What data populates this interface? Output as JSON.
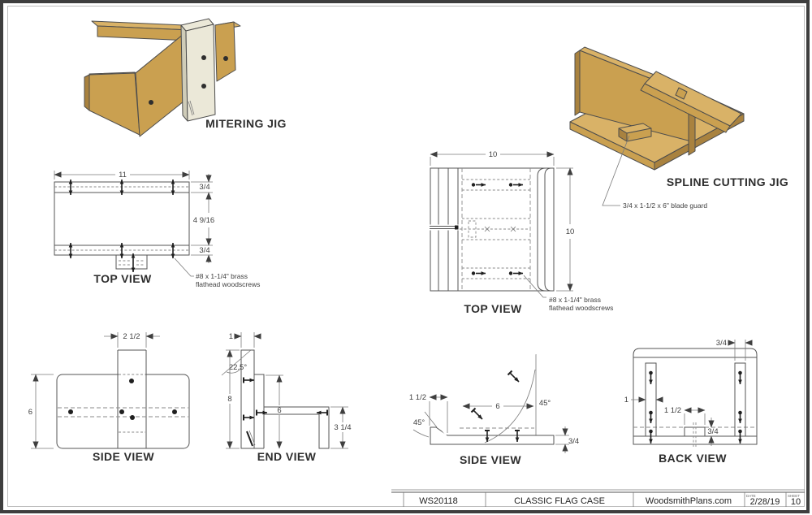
{
  "colors": {
    "wood_light": "#d9b267",
    "wood_mid": "#caa050",
    "wood_dark": "#a9823f",
    "cream_light": "#ebe8d8",
    "cream_dark": "#cfccb8",
    "dim_text": "#3f3f3f"
  },
  "iso": {
    "mitering_label": "MITERING JIG",
    "spline_label": "SPLINE CUTTING JIG",
    "blade_guard_note": "3/4 x 1-1/2 x 6\" blade guard"
  },
  "notes": {
    "screws_line1": "#8 x 1-1/4\" brass",
    "screws_line2": "flathead woodscrews"
  },
  "views": {
    "top_left": {
      "label": "TOP VIEW",
      "dim_width": "11",
      "dim_top": "3/4",
      "dim_mid": "4 9/16",
      "dim_bottom": "3/4"
    },
    "top_right": {
      "label": "TOP VIEW",
      "dim_width": "10",
      "dim_height": "10"
    },
    "side_left": {
      "label": "SIDE VIEW",
      "dim_cleat": "2 1/2",
      "dim_height": "6"
    },
    "end": {
      "label": "END VIEW",
      "dim_thickness": "1",
      "dim_angle": "22.5°",
      "dim_height": "8",
      "dim_mid": "6",
      "dim_leg": "3 1/4"
    },
    "side_right": {
      "label": "SIDE VIEW",
      "dim_stub": "1 1/2",
      "dim_angle_left": "45°",
      "dim_angle_right": "45°",
      "dim_length": "6",
      "dim_base": "3/4"
    },
    "back": {
      "label": "BACK VIEW",
      "dim_cleat_thickness": "3/4",
      "dim_cleat_width": "1",
      "dim_guard_width": "1 1/2",
      "dim_guard_height": "3/4"
    }
  },
  "title_block": {
    "code": "WS20118",
    "title": "CLASSIC FLAG CASE",
    "site": "WoodsmithPlans.com",
    "date_label": "DATE",
    "date": "2/28/19",
    "sheet_label": "SHEET",
    "sheet_number": "10"
  }
}
